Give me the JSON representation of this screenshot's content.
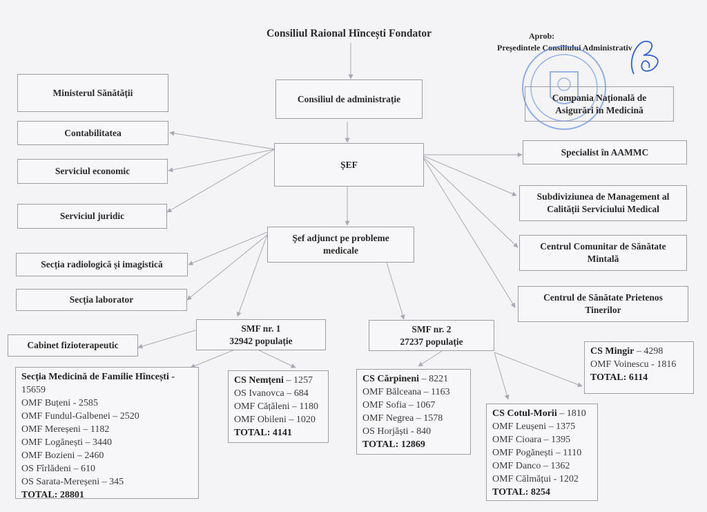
{
  "header": {
    "founder": "Consiliul Raional Hîncești Fondator",
    "approval_label": "Aprob:",
    "approval_by": "Președintele Consiliului Administrativ"
  },
  "nodes": {
    "ministry": "Ministerul Sănătății",
    "board": "Consiliul de administrație",
    "insurance": [
      "Compania Națională de",
      "Asigurări în Medicină"
    ],
    "accounting": "Contabilitatea",
    "economic": "Serviciul economic",
    "legal": "Serviciul juridic",
    "chief": "ȘEF",
    "aammc": "Specialist în AAMMC",
    "quality": [
      "Subdiviziunea de Management al",
      "Calității Serviciului Medical"
    ],
    "mental_health": [
      "Centrul Comunitar de Sănătate",
      "Mintală"
    ],
    "youth": [
      "Centrul de Sănătate Prietenos",
      "Tinerilor"
    ],
    "deputy": [
      "Şef adjunct pe probleme",
      "medicale"
    ],
    "radiology": "Secția radiologică și imagistică",
    "laboratory": "Secția laborator",
    "physio": "Cabinet fizioterapeutic",
    "smf1": [
      "SMF nr. 1",
      "32942 populație"
    ],
    "smf2": [
      "SMF nr. 2",
      "27237 populație"
    ]
  },
  "units": {
    "hincesti": {
      "header": "Secția Medicină de Familie Hîncești -",
      "header_value": "15659",
      "items": [
        "OMF Buțeni  - 2585",
        "OMF Fundul-Galbenei – 2520",
        "OMF Mereșeni – 1182",
        "OMF Logănești – 3440",
        "OMF Bozieni – 2460",
        "OS Fîrlădeni – 610",
        "OS Sarata-Mereșeni – 345"
      ],
      "total": "TOTAL: 28801"
    },
    "nemteni": {
      "header": "CS  Nemțeni",
      "header_value": " – 1257",
      "items": [
        "OS Ivanovca – 684",
        "OMF Cățăleni – 1180",
        "OMF Obileni – 1020"
      ],
      "total": "TOTAL: 4141"
    },
    "carpineni": {
      "header": "CS Cărpineni",
      "header_value": " – 8221",
      "items": [
        "OMF Bălceana – 1163",
        "OMF Sofia – 1067",
        "OMF Negrea – 1578",
        "OS Horjăști - 840"
      ],
      "total": "TOTAL: 12869"
    },
    "mingir": {
      "header": "CS Mingir",
      "header_value": " – 4298",
      "items": [
        "OMF Voinescu - 1816"
      ],
      "total": "TOTAL: 6114"
    },
    "cotul_morii": {
      "header": "CS Cotul-Morii",
      "header_value": " – 1810",
      "items": [
        "OMF Leușeni – 1375",
        "OMF Cioara – 1395",
        "OMF Pogănești – 1110",
        "OMF Danco – 1362",
        "OMF Călmățui - 1202"
      ],
      "total": "TOTAL: 8254"
    }
  },
  "colors": {
    "line": "#a8a8b4",
    "stamp": "#3b73d6",
    "signature": "#2f5fd0"
  }
}
